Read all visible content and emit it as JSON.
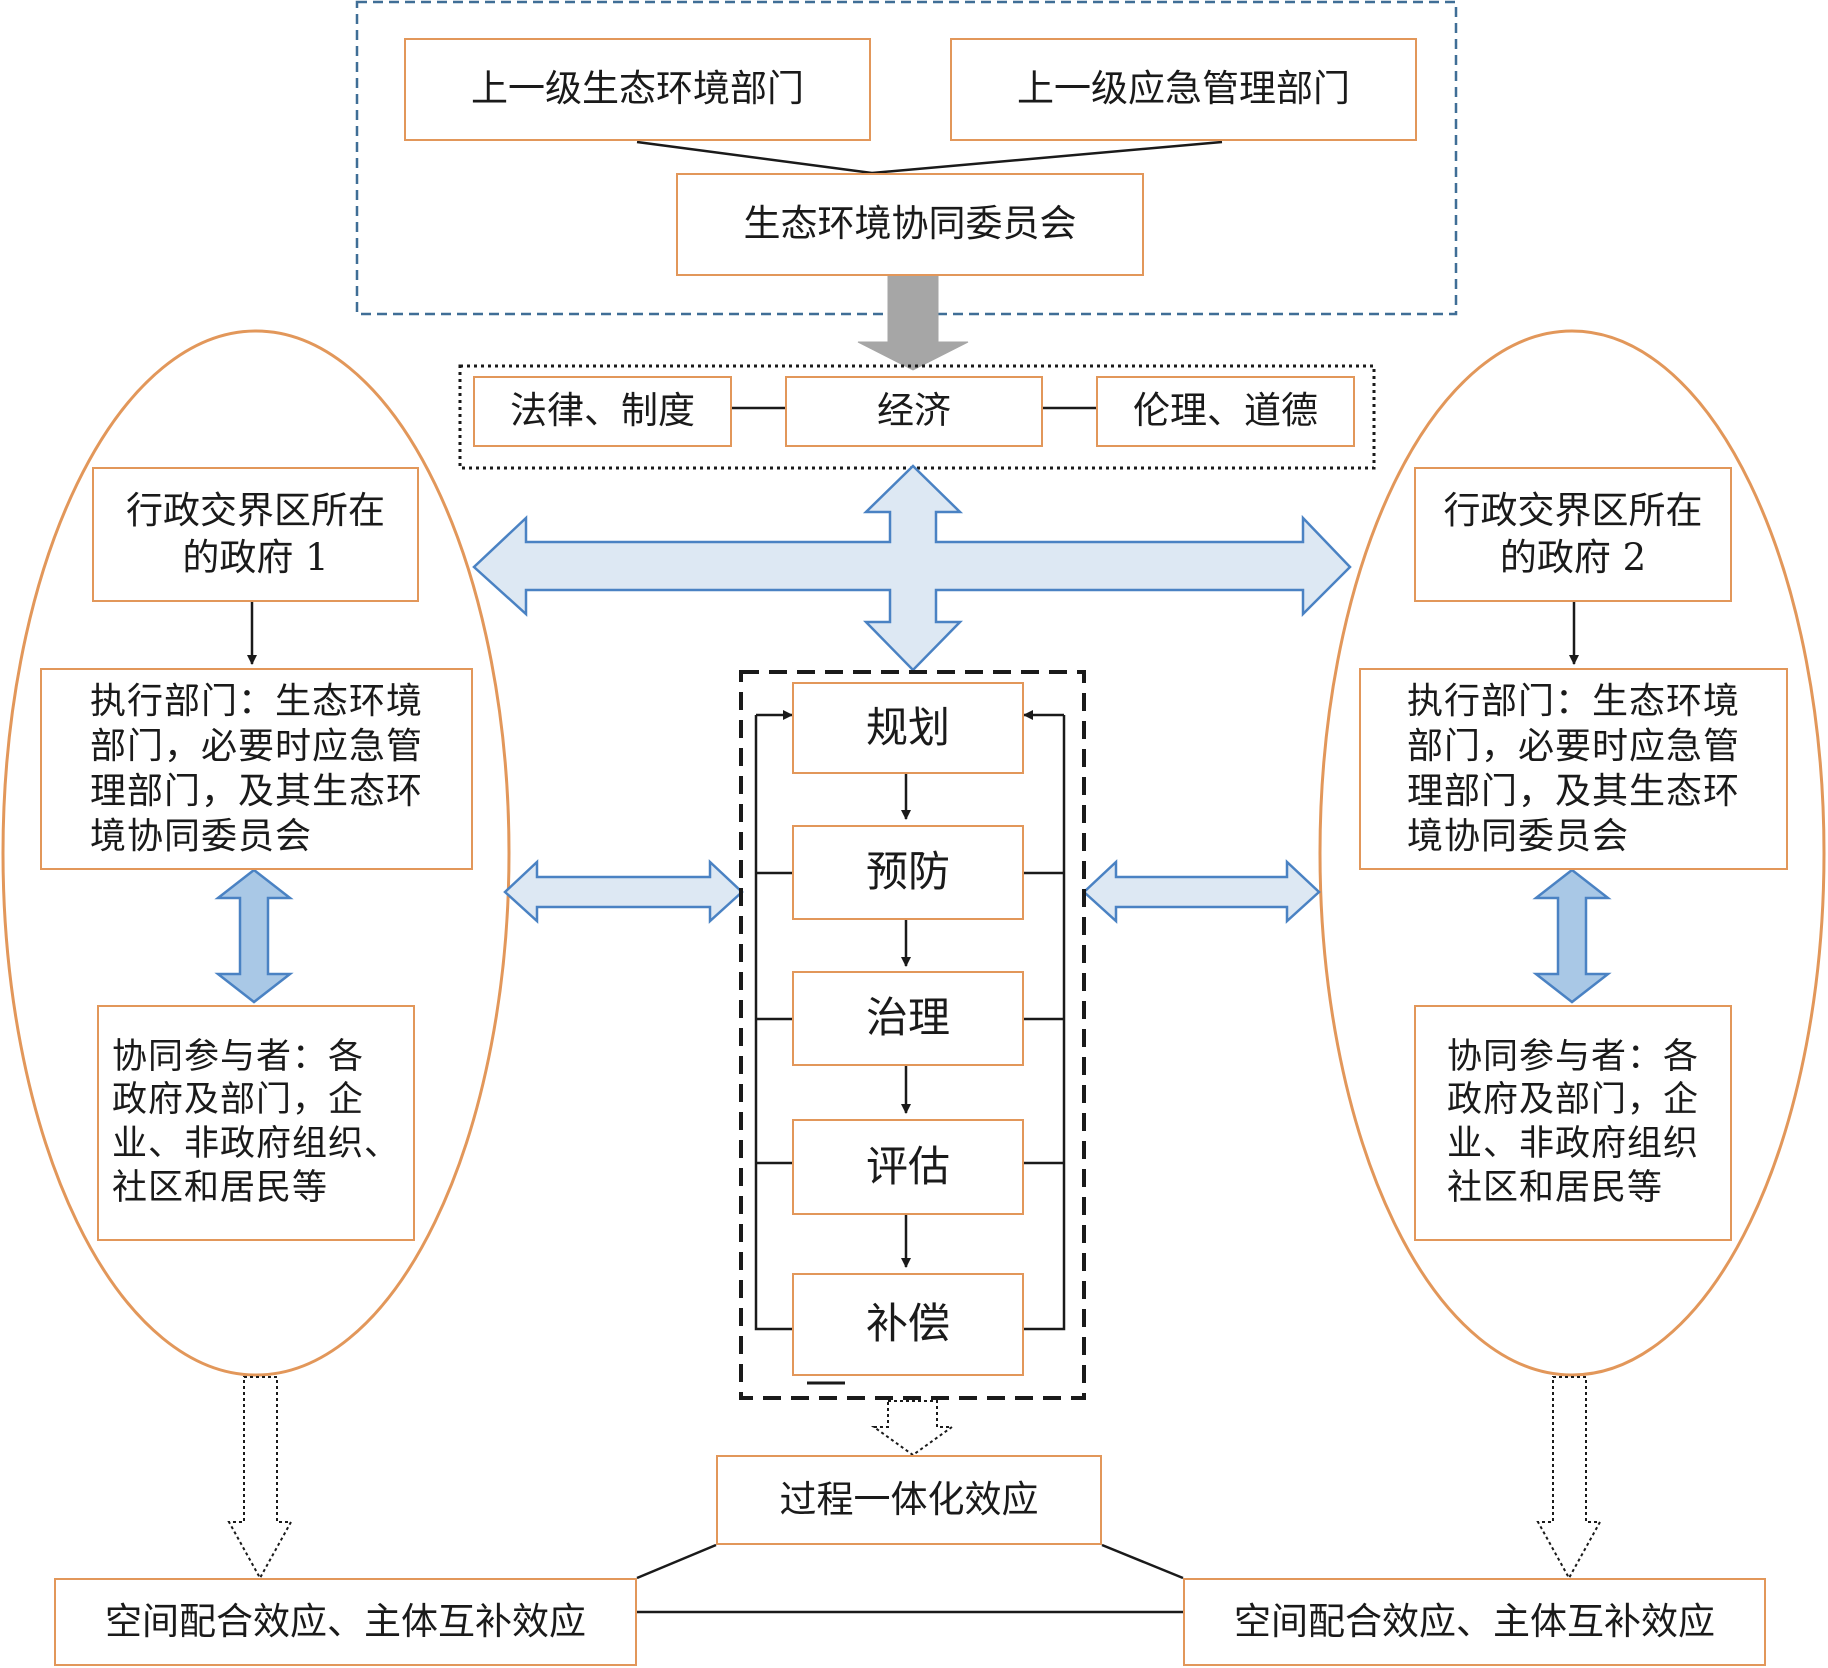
{
  "nodes": {
    "upper_env": "上一级生态环境部门",
    "upper_emergency": "上一级应急管理部门",
    "committee": "生态环境协同委员会",
    "law": "法律、制度",
    "economy": "经济",
    "ethics": "伦理、道德",
    "gov1": "行政交界区所在\n的政府 1",
    "gov2": "行政交界区所在\n的政府 2",
    "exec1": "执行部门：生态环境\n部门，必要时应急管\n理部门，及其生态环\n境协同委员会",
    "exec2": "执行部门：生态环境\n部门，必要时应急管\n理部门，及其生态环\n境协同委员会",
    "part1": "协同参与者：各\n政府及部门，企\n业、非政府组织、\n社区和居民等",
    "part2": "协同参与者：各\n政府及部门，企\n业、非政府组织\n社区和居民等",
    "plan": "规划",
    "prevent": "预防",
    "govern": "治理",
    "evaluate": "评估",
    "compensate": "补偿",
    "process_effect": "过程一体化效应",
    "spatial_left": "空间配合效应、主体互补效应",
    "spatial_right": "空间配合效应、主体互补效应"
  },
  "colors": {
    "box_border": "#e2975a",
    "dashed_frame": "#3f6e96",
    "arrow_fill": "#dde8f3",
    "arrow_stroke": "#4a82c3",
    "blue_arrow_fill": "#a9c8e6",
    "gray_arrow": "#a6a6a6"
  }
}
